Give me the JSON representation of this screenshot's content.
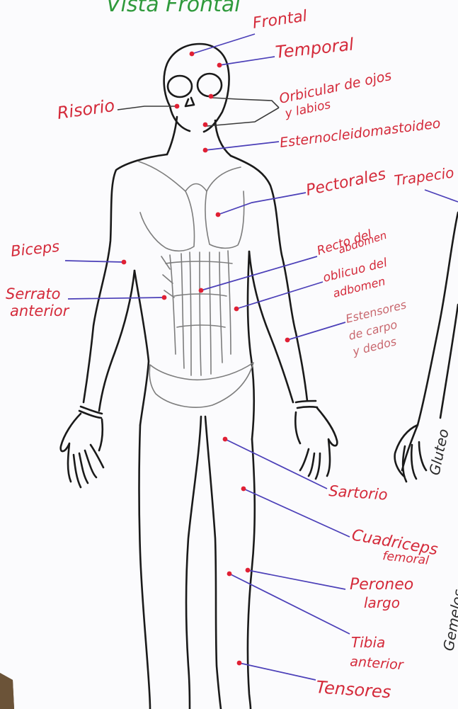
{
  "sheet": {
    "heading": "Vista Frontal",
    "paper_color": "#fbfbfd",
    "label_color": "#d42a3a",
    "leader_color": "#4b3fb8"
  },
  "labels": {
    "frontal": "Frontal",
    "temporal": "Temporal",
    "orbicular_1": "Orbicular de ojos",
    "orbicular_2": "y labios",
    "risorio": "Risorio",
    "esternocleido": "Esternocleidomastoideo",
    "pectorales": "Pectorales",
    "trapecio": "Trapecio",
    "recto_1": "Recto del",
    "recto_2": "abdomen",
    "oblicuo_1": "oblicuo del",
    "oblicuo_2": "adbomen",
    "biceps": "Biceps",
    "serrato_1": "Serrato",
    "serrato_2": "anterior",
    "extensores_1": "Estensores",
    "extensores_2": "de carpo",
    "extensores_3": "y dedos",
    "sartorio": "Sartorio",
    "cuadriceps_1": "Cuadriceps",
    "cuadriceps_2": "femoral",
    "peroneo_1": "Peroneo",
    "peroneo_2": "largo",
    "tibia_1": "Tibia",
    "tibia_2": "anterior",
    "tensores": "Tensores",
    "gluteo": "Gluteo",
    "gemelos": "Gemelos"
  }
}
